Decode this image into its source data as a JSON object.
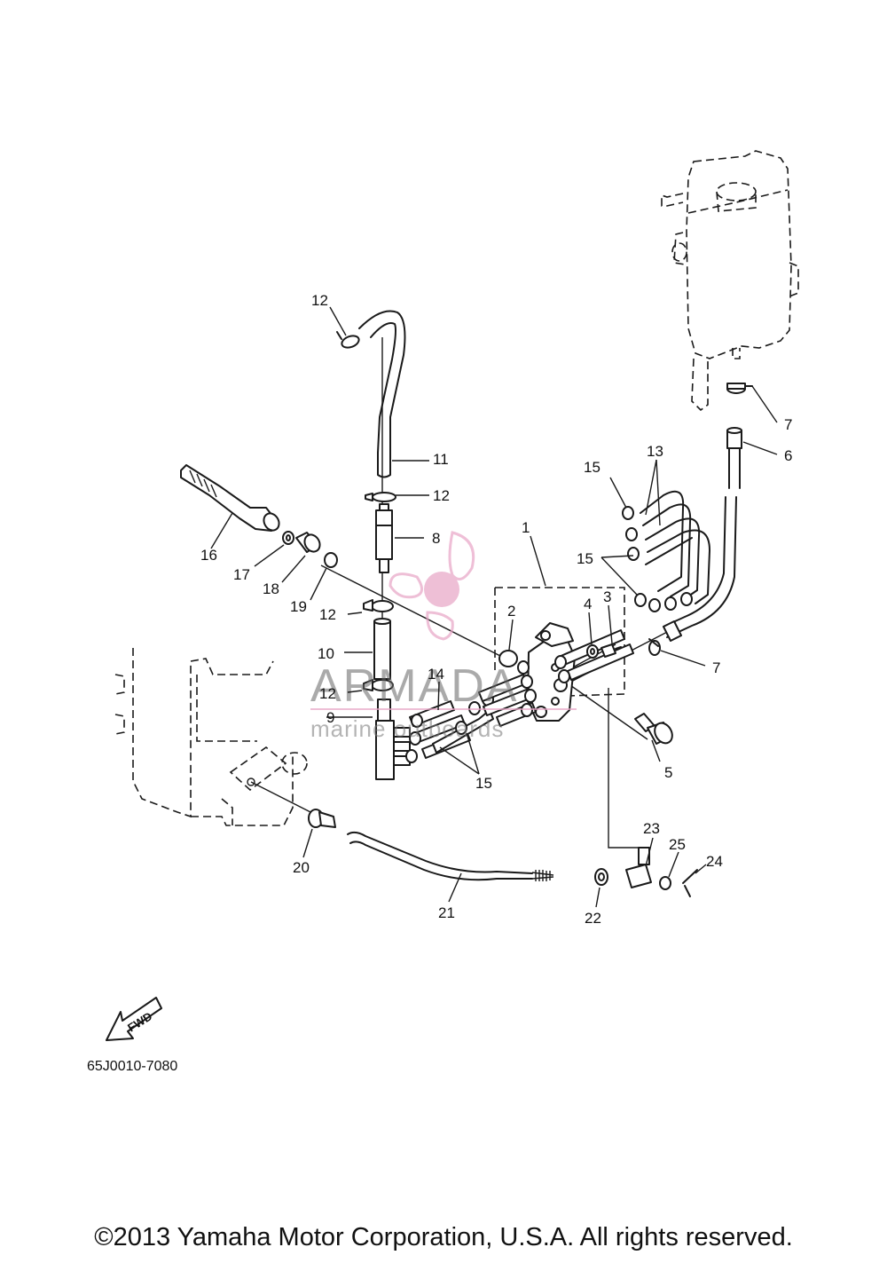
{
  "drawing_code": "65J0010-7080",
  "fwd_label": "FWD",
  "watermark": {
    "brand": "ARMADA",
    "subtitle": "marine outboards",
    "accent_color": "#e8a4c6"
  },
  "copyright": "©2013 Yamaha Motor Corporation, U.S.A. All rights reserved.",
  "callouts": {
    "c1": "1",
    "c2": "2",
    "c3": "3",
    "c4": "4",
    "c5": "5",
    "c6": "6",
    "c7a": "7",
    "c7b": "7",
    "c8": "8",
    "c9": "9",
    "c10": "10",
    "c11": "11",
    "c12a": "12",
    "c12b": "12",
    "c12c": "12",
    "c12d": "12",
    "c13": "13",
    "c14": "14",
    "c15a": "15",
    "c15b": "15",
    "c15c": "15",
    "c16": "16",
    "c17": "17",
    "c18": "18",
    "c19": "19",
    "c20": "20",
    "c21": "21",
    "c22": "22",
    "c23": "23",
    "c24": "24",
    "c25": "25"
  }
}
